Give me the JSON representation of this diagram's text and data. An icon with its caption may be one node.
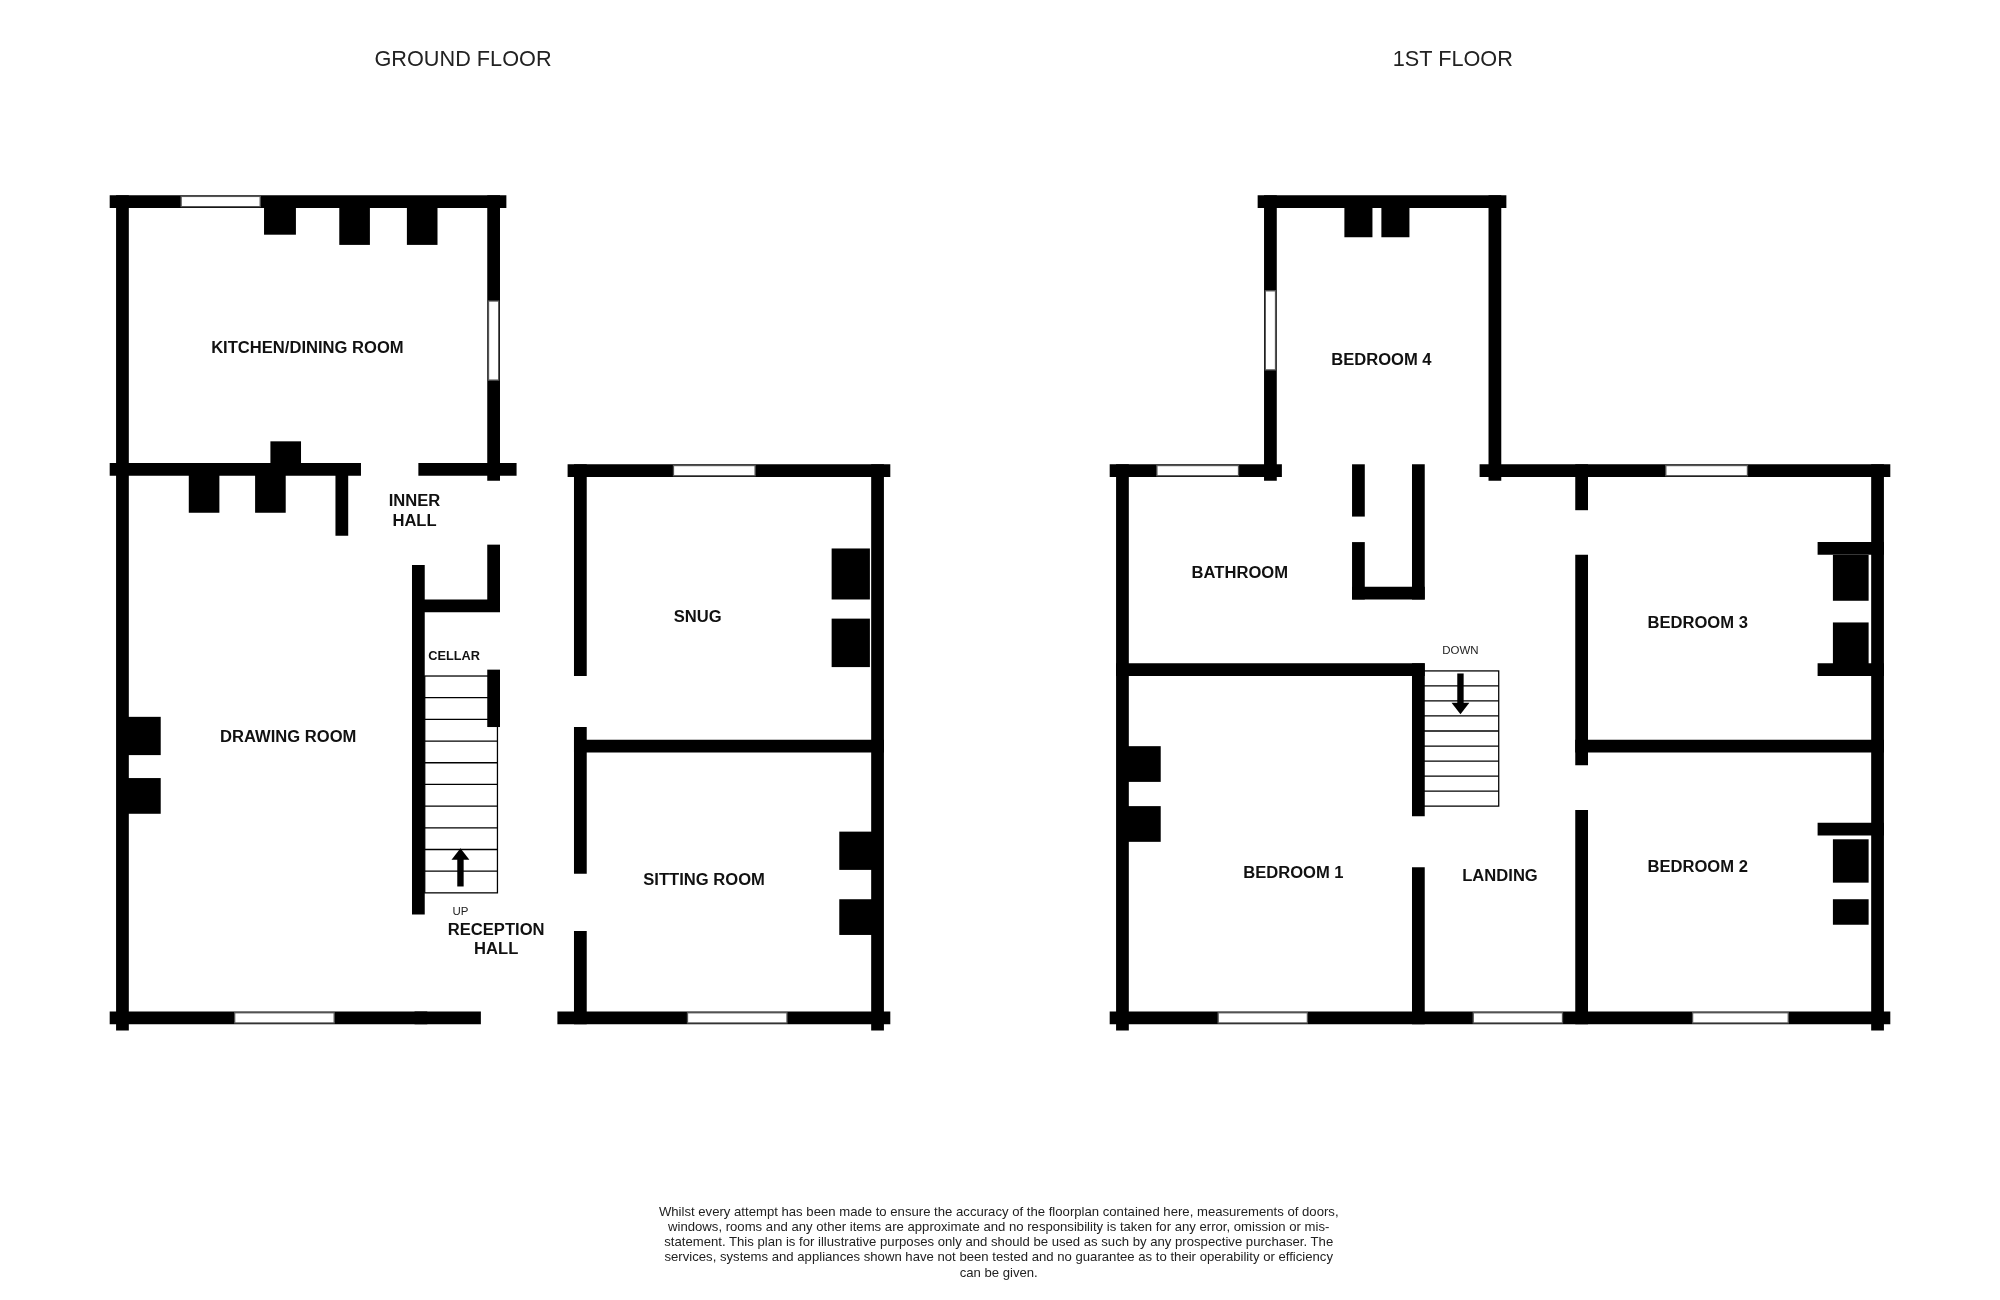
{
  "diagram": {
    "nodes": [
      {
        "text": [
          "KITCHEN/DINING ROOM"
        ]
      },
      {
        "text": [
          "INNER HALL"
        ]
      },
      {
        "text": [
          "DRAWING ROOM"
        ]
      },
      {
        "text": [
          "CELLAR"
        ]
      },
      {
        "text": [
          "SNUG"
        ]
      },
      {
        "text": [
          "SITTING ROOM"
        ]
      },
      {
        "text": [
          "RECEPTION HALL"
        ]
      },
      {
        "text": [
          "BEDROOM 4"
        ]
      },
      {
        "text": [
          "BATHROOM"
        ]
      },
      {
        "text": [
          "BEDROOM 3"
        ]
      },
      {
        "text": [
          "BEDROOM 1"
        ]
      },
      {
        "text": [
          "LANDING"
        ]
      },
      {
        "text": [
          "BEDROOM 2"
        ]
      }
    ],
    "labels": [
      "GROUND FLOOR",
      "1ST FLOOR",
      "UP",
      "DOWN"
    ],
    "caption": "Whilst every attempt has been made to ensure the accuracy of the floorplan contained here, measurements of doors, windows, rooms and any other items are approximate and no responsibility is taken for any error, omission or mis-statement. This plan is for illustrative purposes only and should be used as such by any prospective purchaser. The services, systems and appliances shown have not been tested and no guarantee as to their operability or efficiency can be given."
  }
}
